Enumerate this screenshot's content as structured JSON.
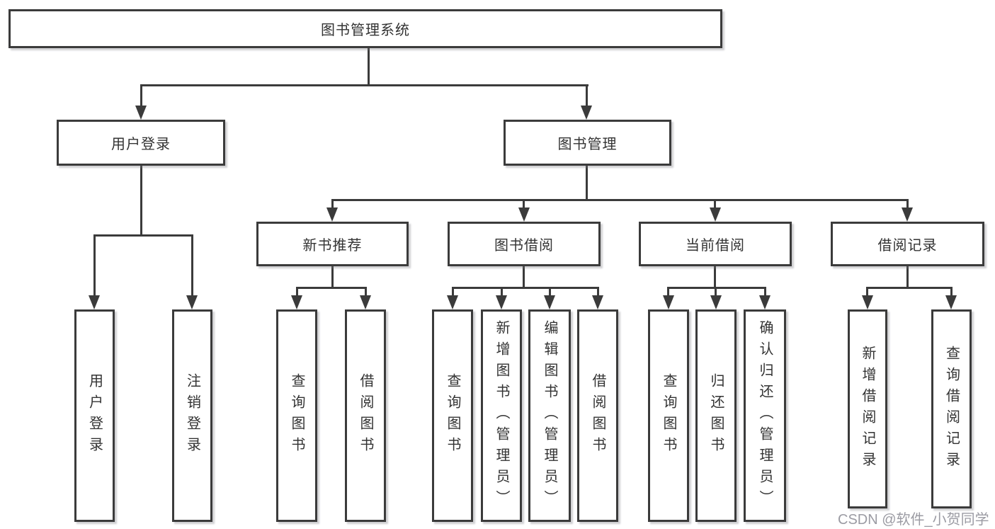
{
  "diagram": {
    "type": "tree",
    "root": {
      "label": "图书管理系统",
      "children": [
        {
          "label": "用户登录",
          "children": [
            {
              "label": "用户登录"
            },
            {
              "label": "注销登录"
            }
          ]
        },
        {
          "label": "图书管理",
          "children": [
            {
              "label": "新书推荐",
              "children": [
                {
                  "label": "查询图书"
                },
                {
                  "label": "借阅图书"
                }
              ]
            },
            {
              "label": "图书借阅",
              "children": [
                {
                  "label": "查询图书"
                },
                {
                  "label": "新增图书（管理员）"
                },
                {
                  "label": "编辑图书（管理员）"
                },
                {
                  "label": "借阅图书"
                }
              ]
            },
            {
              "label": "当前借阅",
              "children": [
                {
                  "label": "查询图书"
                },
                {
                  "label": "归还图书"
                },
                {
                  "label": "确认归还（管理员）"
                }
              ]
            },
            {
              "label": "借阅记录",
              "children": [
                {
                  "label": "新增借阅记录"
                },
                {
                  "label": "查询借阅记录"
                }
              ]
            }
          ]
        }
      ]
    },
    "colors": {
      "line": "#3b3b3b",
      "text": "#333333",
      "box_background": "#ffffff",
      "watermark": "#9b9ba3"
    }
  },
  "watermark": {
    "text": "CSDN @软件_小贺同学"
  }
}
